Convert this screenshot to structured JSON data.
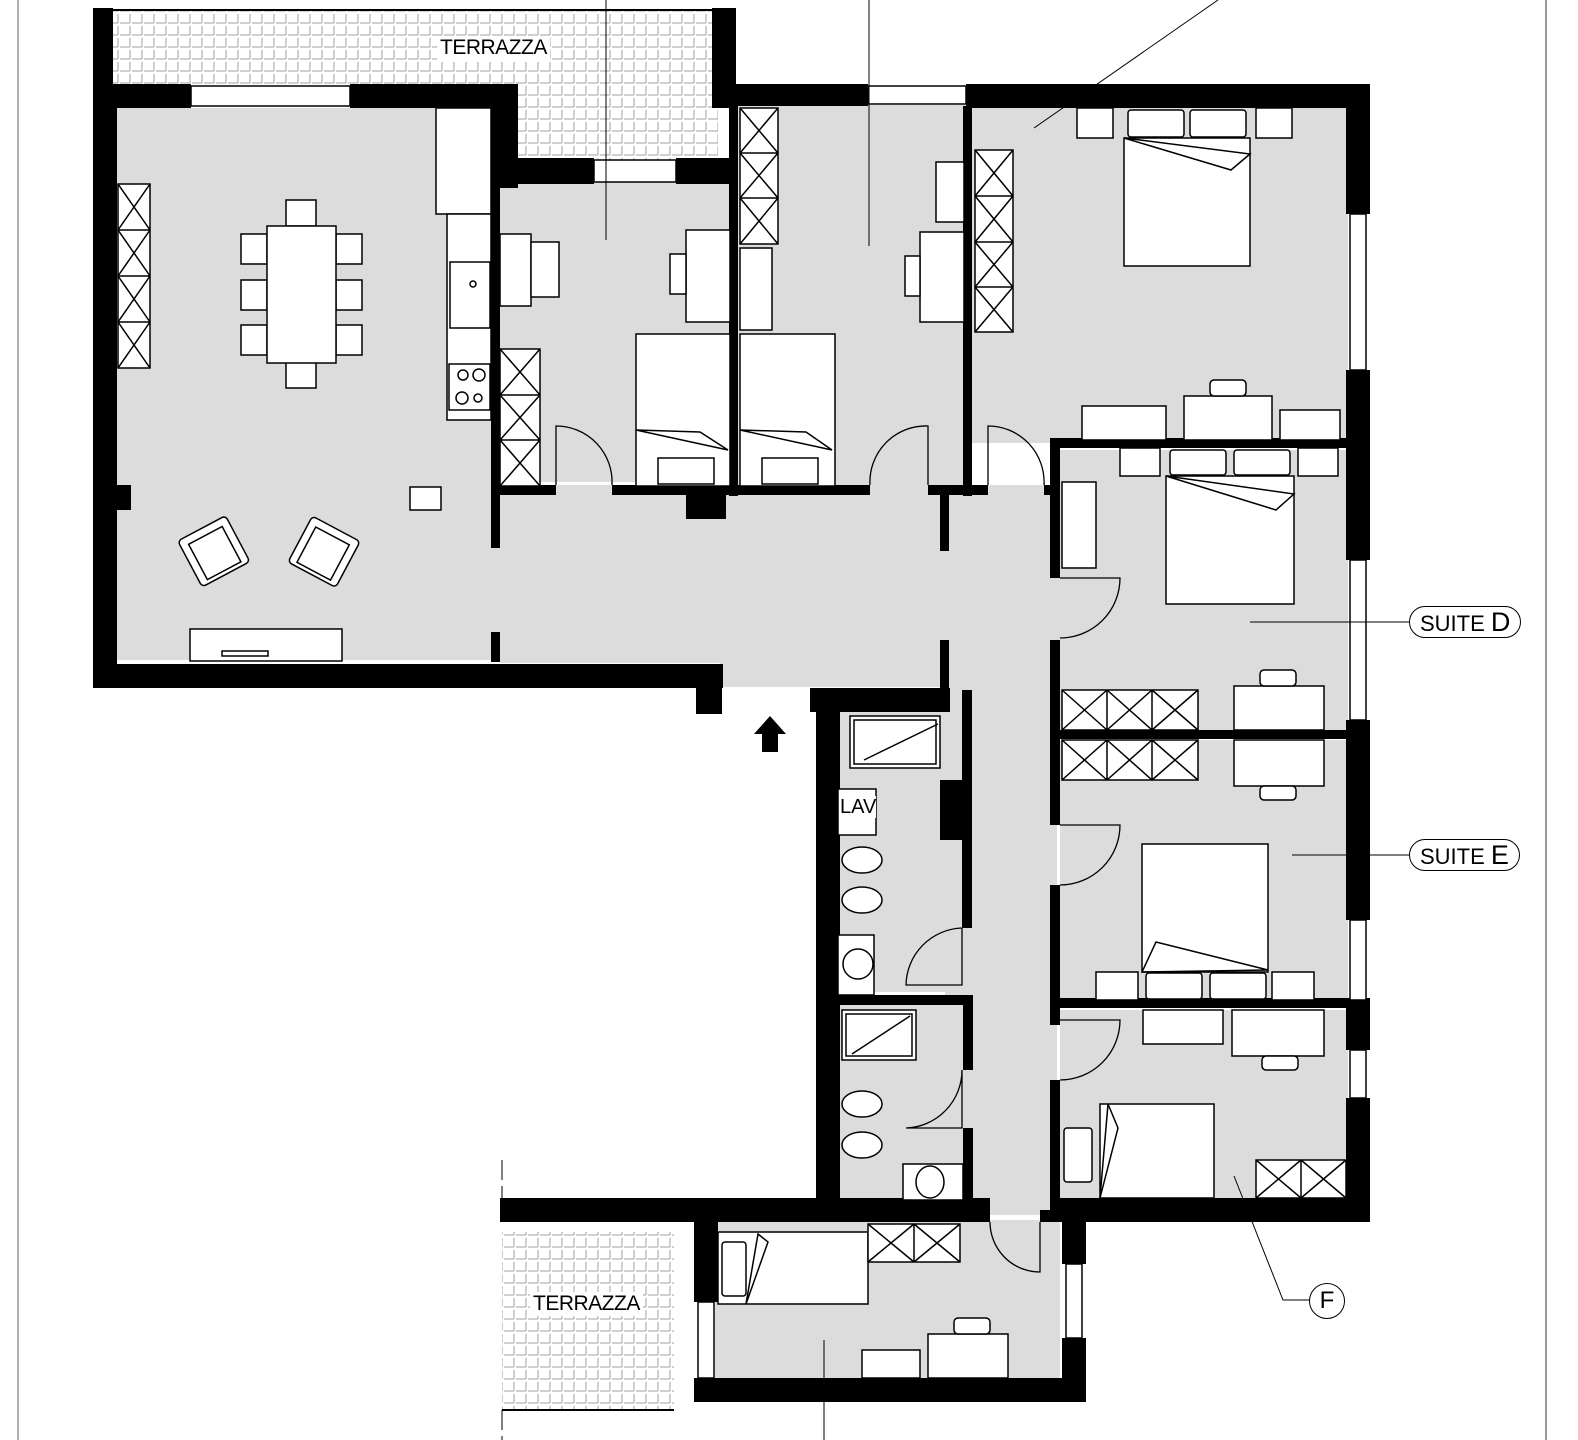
{
  "plan": {
    "type": "floor-plan",
    "colors": {
      "wall": "#000000",
      "floor": "#dcdcdc",
      "terrace_grid": "#9a9a9a",
      "background": "#ffffff",
      "furniture": "#ffffff"
    }
  },
  "labels": {
    "terrace_top": "TERRAZZA",
    "terrace_bottom": "TERRAZZA",
    "bathroom_lav": "LAV"
  },
  "callouts": [
    {
      "id": "suite-d",
      "prefix": "SUITE ",
      "letter": "D"
    },
    {
      "id": "suite-e",
      "prefix": "SUITE ",
      "letter": "E"
    },
    {
      "id": "room-f",
      "letter": "F"
    }
  ],
  "icons": {
    "entrance": "entrance-arrow-icon"
  }
}
